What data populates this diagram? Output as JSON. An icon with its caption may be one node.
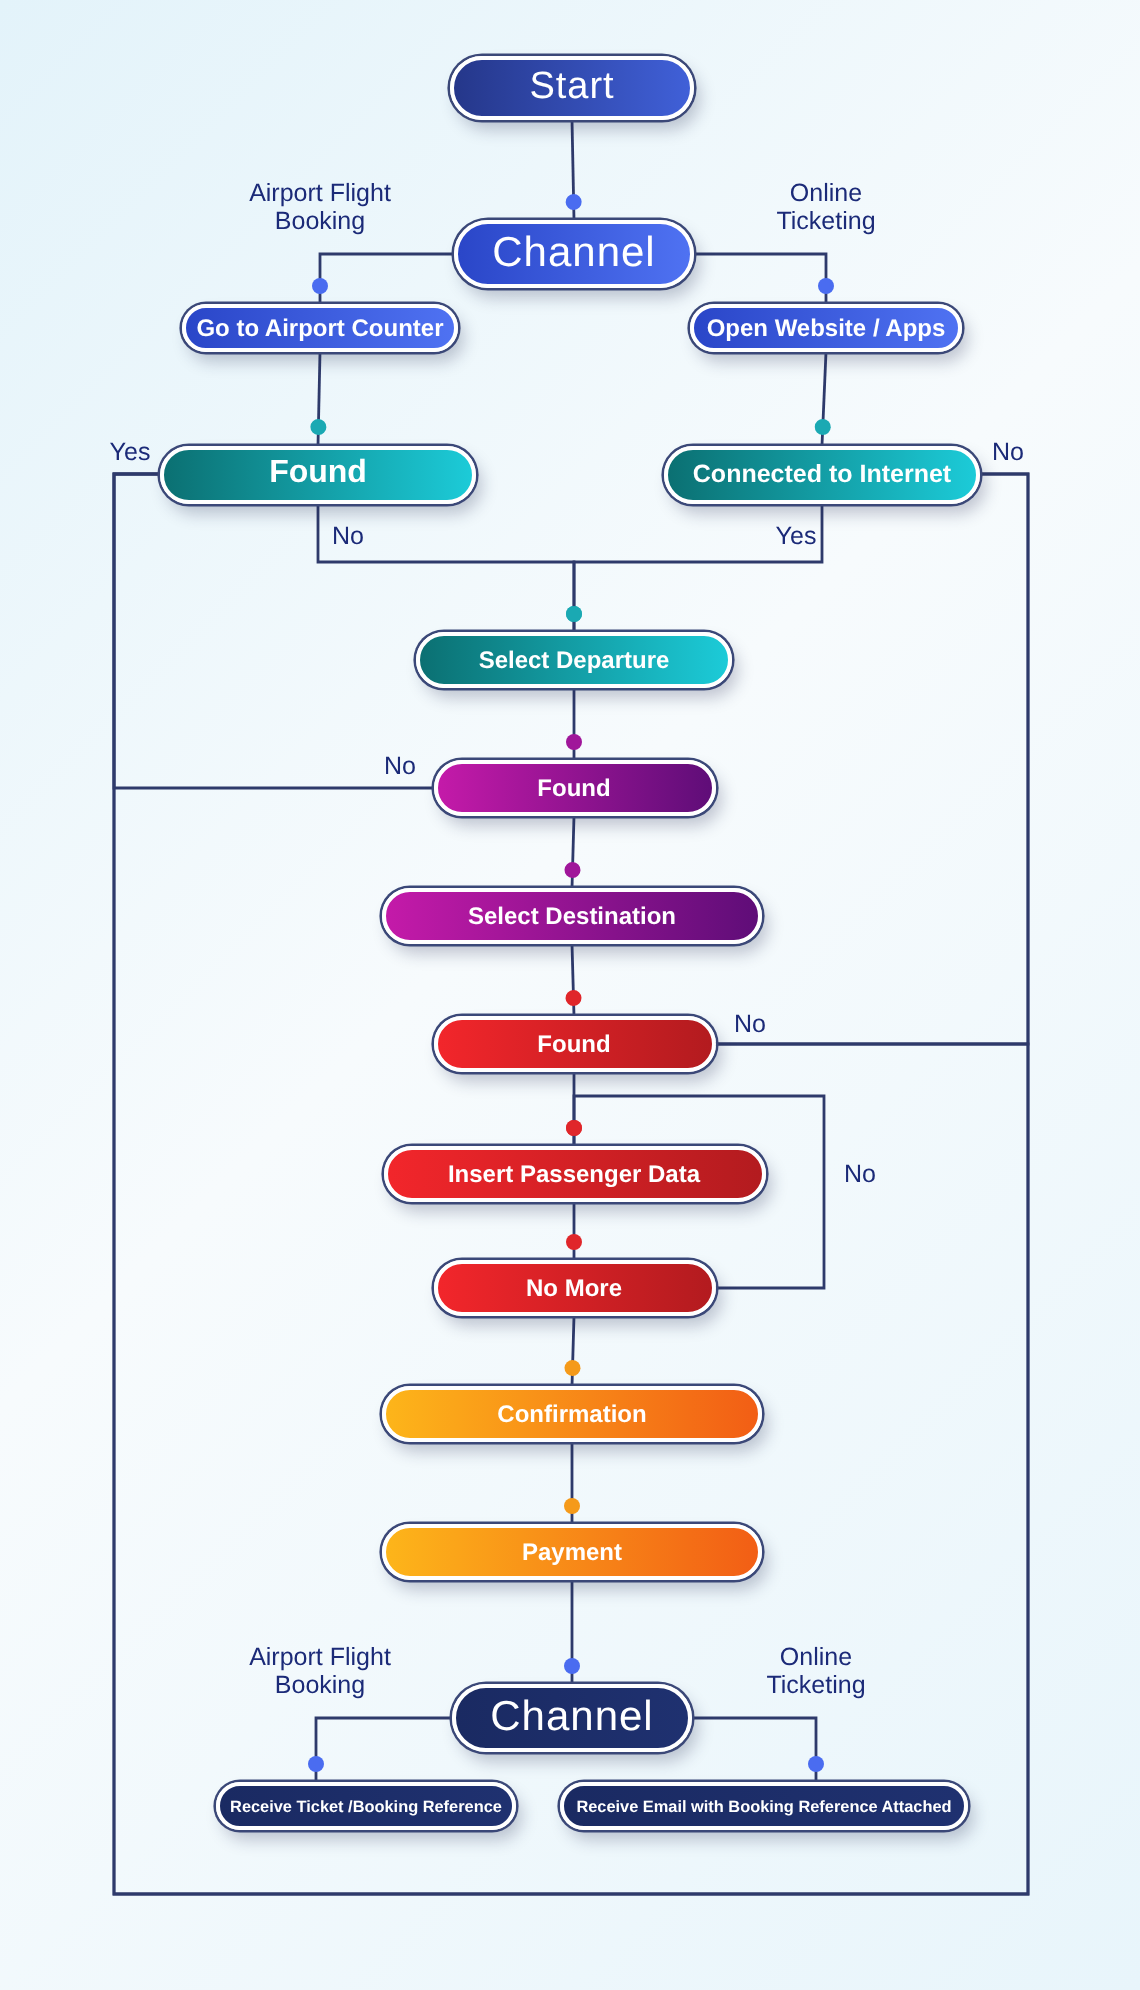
{
  "diagram": {
    "nodes": [
      {
        "text": [
          "Start"
        ]
      },
      {
        "text": [
          "Channel"
        ]
      },
      {
        "text": [
          "Go to Airport Counter"
        ]
      },
      {
        "text": [
          "Open Website / Apps"
        ]
      },
      {
        "text": [
          "Found"
        ]
      },
      {
        "text": [
          "Connected to Internet"
        ]
      },
      {
        "text": [
          "Select Departure"
        ]
      },
      {
        "text": [
          "Found"
        ]
      },
      {
        "text": [
          "Select Destination"
        ]
      },
      {
        "text": [
          "Found"
        ]
      },
      {
        "text": [
          "Insert Passenger Data"
        ]
      },
      {
        "text": [
          "No More"
        ]
      },
      {
        "text": [
          "Confirmation"
        ]
      },
      {
        "text": [
          "Payment"
        ]
      },
      {
        "text": [
          "Channel"
        ]
      },
      {
        "text": [
          "Receive Ticket /Booking Reference"
        ]
      },
      {
        "text": [
          "Receive Email with Booking Reference Attached"
        ]
      }
    ],
    "edges": [
      {
        "from": 0,
        "to": 1,
        "arrow": "other"
      },
      {
        "from": 1,
        "to": 2,
        "arrow": "other",
        "label": "Airport Flight Booking"
      },
      {
        "from": 1,
        "to": 3,
        "arrow": "other",
        "label": "Online Ticketing"
      },
      {
        "from": 2,
        "to": 4,
        "arrow": "other"
      },
      {
        "from": 3,
        "to": 5,
        "arrow": "other"
      },
      {
        "from": 4,
        "to": 6,
        "arrow": "other",
        "label": "No"
      },
      {
        "from": 5,
        "to": 6,
        "arrow": "other",
        "label": "Yes"
      },
      {
        "from": 6,
        "to": 7,
        "arrow": "other"
      },
      {
        "from": 7,
        "to": 8,
        "arrow": "other"
      },
      {
        "from": 8,
        "to": 9,
        "arrow": "other"
      },
      {
        "from": 9,
        "to": 10,
        "arrow": "other"
      },
      {
        "from": 10,
        "to": 11,
        "arrow": "other"
      },
      {
        "from": 11,
        "to": 10,
        "arrow": "other",
        "label": "No"
      },
      {
        "from": 11,
        "to": 12,
        "arrow": "other"
      },
      {
        "from": 12,
        "to": 13,
        "arrow": "other"
      },
      {
        "from": 13,
        "to": 14,
        "arrow": "other"
      },
      {
        "from": 14,
        "to": 15,
        "arrow": "other",
        "label": "Airport Flight Booking"
      },
      {
        "from": 14,
        "to": 16,
        "arrow": "other",
        "label": "Online Ticketing"
      },
      {
        "from": 4,
        "to": 5,
        "arrow": "none",
        "label": "Yes"
      },
      {
        "from": 5,
        "to": 9,
        "arrow": "none",
        "label": "No"
      },
      {
        "from": 7,
        "to": 4,
        "arrow": "none",
        "label": "No"
      },
      {
        "from": 9,
        "to": 4,
        "arrow": "none",
        "label": "No"
      }
    ]
  }
}
